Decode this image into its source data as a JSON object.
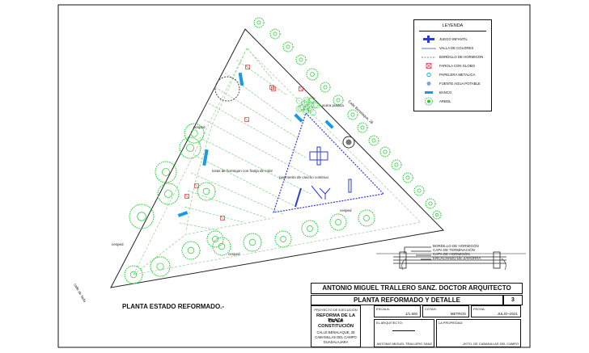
{
  "colors": {
    "frame": "#111111",
    "tree": "#22cc33",
    "path_dashed": "#88cc88",
    "bench": "#1a9be0",
    "playground": "#2b3bd6",
    "playground_fence": "#3344cc",
    "lamp": "#d93a3a"
  },
  "legend": {
    "title": "LEYENDA",
    "items": [
      {
        "icon": "playground-icon",
        "label": "JUEGO INFANTIL"
      },
      {
        "icon": "fence-line-icon",
        "label": "VALLA DE COLORES"
      },
      {
        "icon": "curb-line-icon",
        "label": "BORDILLO DE HORMIGON"
      },
      {
        "icon": "lamp-icon",
        "label": "FAROLA CON GLOBO"
      },
      {
        "icon": "bin-icon",
        "label": "PAPELERA METALICA"
      },
      {
        "icon": "fountain-icon",
        "label": "FUENTE AGUA POTABLE"
      },
      {
        "icon": "bench-icon",
        "label": "BANCO"
      },
      {
        "icon": "tree-icon",
        "label": "ARBOL"
      }
    ]
  },
  "plan_labels": {
    "acera_publica": "acera publica",
    "calle_benalaque": "Calle Benalaque, 28",
    "cesped_1": "cesped",
    "cesped_2": "cesped",
    "cesped_3": "cesped",
    "cesped_4": "cesped",
    "losas": "losas de hormigon con franja de color",
    "pavimento": "pavimento de caucho continuo",
    "calle_sefa": "calle de Sefa"
  },
  "section_detail": {
    "labels": [
      "BORDILLO DE HORMIGÓN",
      "CAPA DE TERMINACIÓN",
      "CAPA DE HORMIGÓN",
      "ENCACHADO DE ZAHORRA"
    ]
  },
  "drawing_title": "PLANTA ESTADO REFORMADO.-",
  "title_block": {
    "architect_header": "ANTONIO MIGUEL TRALLERO SANZ. DOCTOR ARQUITECTO",
    "sheet_title": "PLANTA REFORMADO Y DETALLE",
    "sheet_number": "3",
    "proyecto_label": "PROYECTO DE EJECUCIÓN",
    "project_name_1": "REFORMA DE LA PLAZA",
    "project_name_2": "DE LA CONSTITUCIÓN",
    "address_1": "CALLE BENALAQUE, 28",
    "address_2": "CABANILLAS DEL CAMPO",
    "address_3": "GUADALAJARA",
    "escala_label": "ESCALA:",
    "escala_value": "1/1.500",
    "cotas_label": "COTAS:",
    "cotas_value": "METROS",
    "fecha_label": "FECHA:",
    "fecha_value": "JULIO~2021",
    "arquitecto_label": "EL ARQUITECTO:",
    "arquitecto_value": "ANTONIO MIGUEL TRALLERO SANZ",
    "propiedad_label": "LA PROPIEDAD:",
    "propiedad_value": "AYTO. DE CABANILLAS DEL CAMPO"
  }
}
